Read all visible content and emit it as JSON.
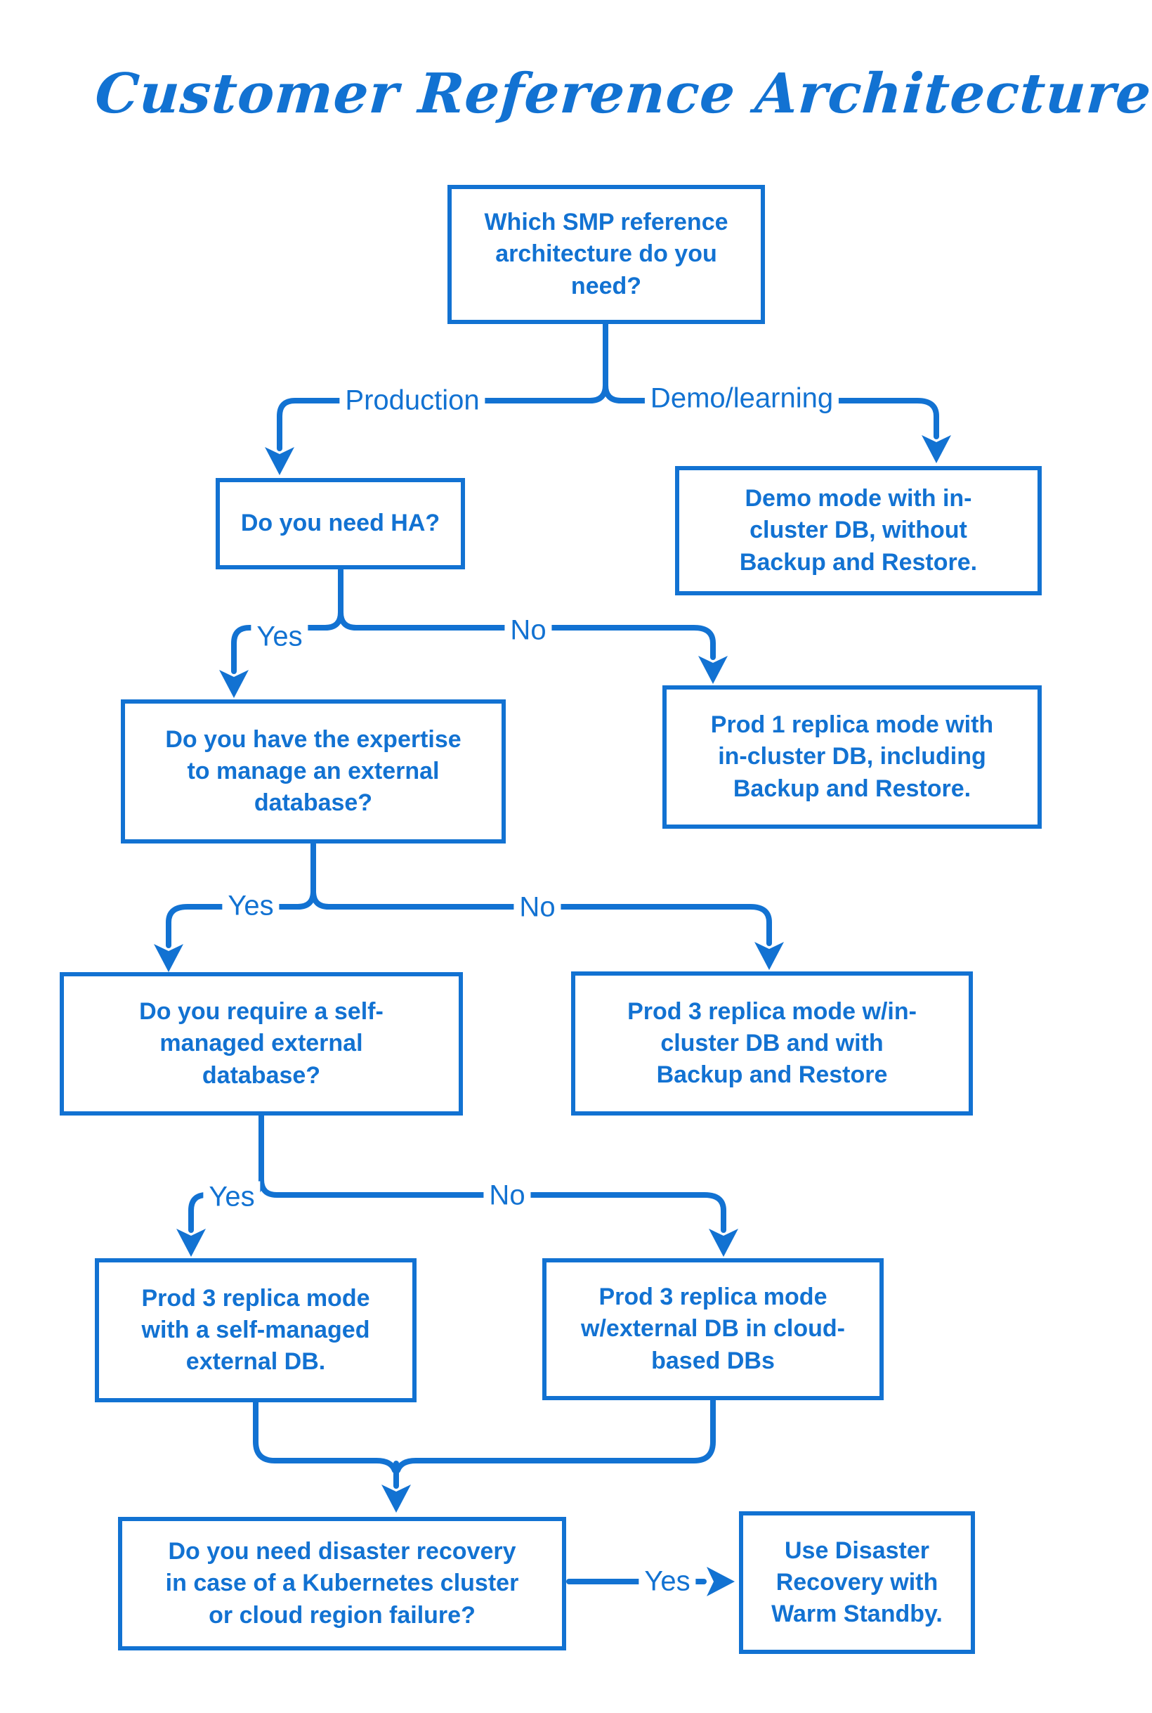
{
  "title": "Customer Reference Architecture",
  "colors": {
    "accent": "#1272d2",
    "background": "#ffffff"
  },
  "nodes": {
    "root": "Which SMP reference\narchitecture do you\nneed?",
    "need_ha": "Do you need HA?",
    "demo_result": "Demo mode with in-\ncluster DB, without\nBackup and Restore.",
    "expertise": "Do you have the expertise\nto manage an external\ndatabase?",
    "prod1_result": "Prod 1 replica mode with\nin-cluster DB, including\nBackup and Restore.",
    "self_managed": "Do you require a self-\nmanaged external\ndatabase?",
    "prod3_incluster_result": "Prod 3 replica mode w/in-\ncluster DB and with\nBackup and Restore",
    "prod3_selfmanaged_result": "Prod 3 replica mode\nwith a self-managed\nexternal DB.",
    "prod3_cloud_result": "Prod 3 replica mode\nw/external DB in cloud-\nbased DBs",
    "disaster_recovery": "Do you need disaster recovery\nin case of a Kubernetes cluster\nor cloud region failure?",
    "warm_standby_result": "Use Disaster\nRecovery with\nWarm Standby."
  },
  "labels": {
    "production": "Production",
    "demo_learning": "Demo/learning",
    "ha_yes": "Yes",
    "ha_no": "No",
    "expertise_yes": "Yes",
    "expertise_no": "No",
    "self_managed_yes": "Yes",
    "self_managed_no": "No",
    "dr_yes": "Yes"
  }
}
